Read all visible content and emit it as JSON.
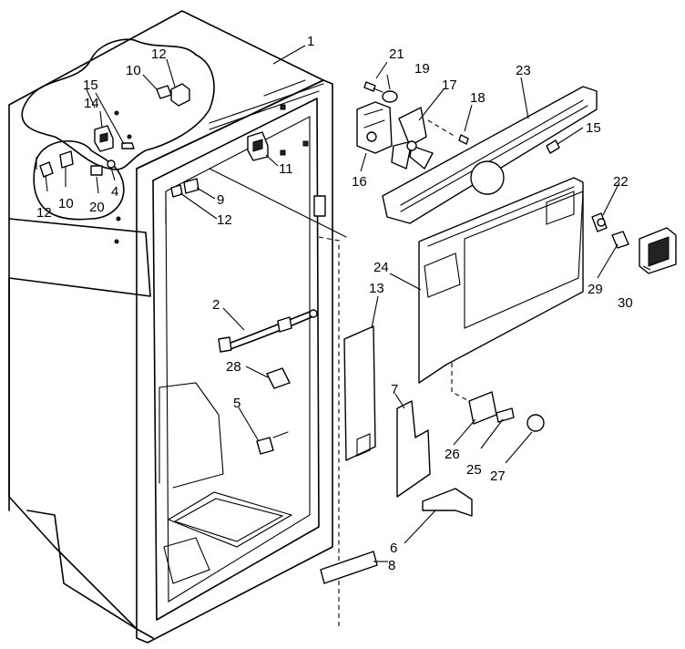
{
  "callouts": [
    {
      "id": "c1",
      "text": "1"
    },
    {
      "id": "c12a",
      "text": "12"
    },
    {
      "id": "c10a",
      "text": "10"
    },
    {
      "id": "c15a",
      "text": "15"
    },
    {
      "id": "c14",
      "text": "14"
    },
    {
      "id": "c21",
      "text": "21"
    },
    {
      "id": "c19",
      "text": "19"
    },
    {
      "id": "c17",
      "text": "17"
    },
    {
      "id": "c18",
      "text": "18"
    },
    {
      "id": "c23",
      "text": "23"
    },
    {
      "id": "c15b",
      "text": "15"
    },
    {
      "id": "c16",
      "text": "16"
    },
    {
      "id": "c11",
      "text": "11"
    },
    {
      "id": "c22",
      "text": "22"
    },
    {
      "id": "c4",
      "text": "4"
    },
    {
      "id": "c20",
      "text": "20"
    },
    {
      "id": "c12b",
      "text": "12"
    },
    {
      "id": "c10b",
      "text": "10"
    },
    {
      "id": "c9",
      "text": "9"
    },
    {
      "id": "c12c",
      "text": "12"
    },
    {
      "id": "c24",
      "text": "24"
    },
    {
      "id": "c29",
      "text": "29"
    },
    {
      "id": "c30",
      "text": "30"
    },
    {
      "id": "c13",
      "text": "13"
    },
    {
      "id": "c2",
      "text": "2"
    },
    {
      "id": "c28",
      "text": "28"
    },
    {
      "id": "c7",
      "text": "7"
    },
    {
      "id": "c5",
      "text": "5"
    },
    {
      "id": "c26",
      "text": "26"
    },
    {
      "id": "c25",
      "text": "25"
    },
    {
      "id": "c27",
      "text": "27"
    },
    {
      "id": "c6",
      "text": "6"
    },
    {
      "id": "c8",
      "text": "8"
    }
  ]
}
